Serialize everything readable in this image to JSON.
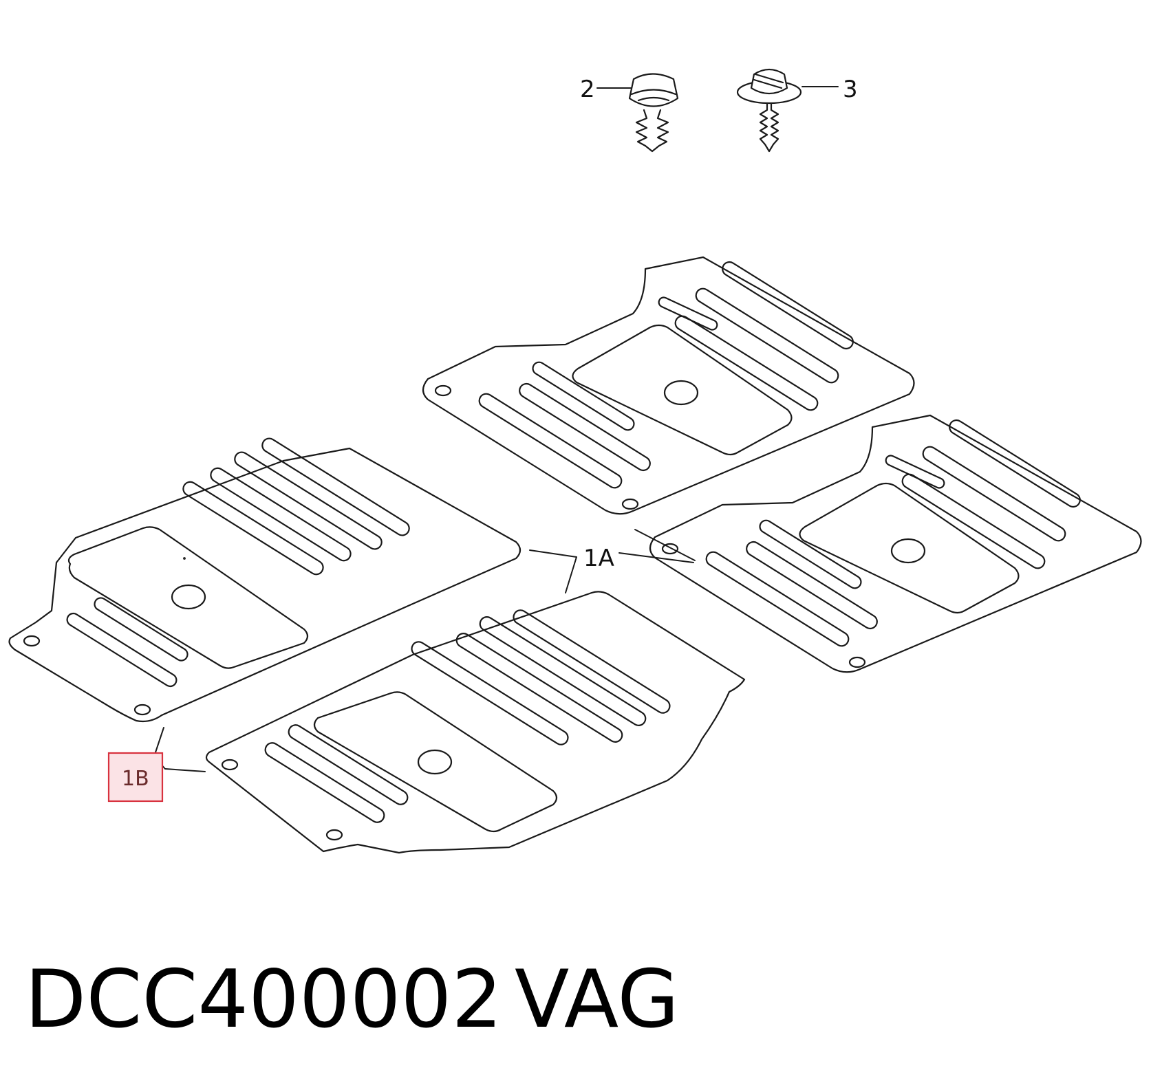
{
  "callouts": {
    "part_1a": "1A",
    "part_1b": "1B",
    "part_2": "2",
    "part_3": "3"
  },
  "caption": {
    "part_code": "DCC400002",
    "brand": "VAG"
  },
  "colors": {
    "line": "#1a1a1a",
    "highlight_border": "#d8323e",
    "highlight_fill": "#fbe3e6"
  }
}
